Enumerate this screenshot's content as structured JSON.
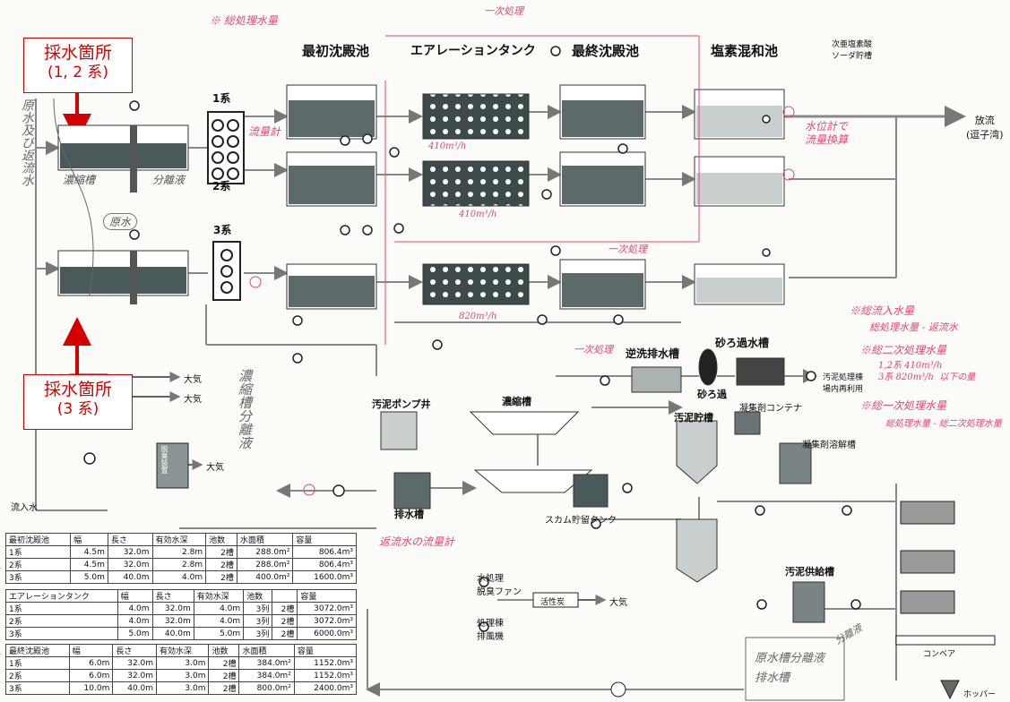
{
  "titles": {
    "primary_clarifier": "最初沈殿池",
    "aeration_tank": "エアレーションタンク",
    "final_clarifier": "最終沈殿池",
    "chlorine_contact": "塩素混和池",
    "hypochlorite": "次亜塩素酸\nソーダ貯槽",
    "discharge": "放流\n(逗子湾)",
    "sand_filter_tank": "砂ろ過水槽",
    "backwash_tank": "逆洗排水槽",
    "sludge_pump_well": "汚泥ポンプ井",
    "thickener": "濃縮槽",
    "sludge_storage": "汚泥貯槽",
    "coagulant_container": "凝集剤コンテナ",
    "coagulant_dissolve": "凝集剤溶解槽",
    "sludge_feed": "汚泥供給槽",
    "drain_tank": "排水槽",
    "scum_tank": "スカム貯留タンク",
    "sand_filter": "砂ろ過",
    "activated_carbon": "活性炭",
    "water_treatment_fan": "水処理\n脱臭ファン",
    "treatment_bldg_exhaust": "処理棟\n排風機",
    "deodorizer": "脱臭装置",
    "inflow": "流入水",
    "hopper": "ホッパー",
    "conveyor": "コンベア",
    "sludge_reuse": "汚泥処理棟\n場内再利用",
    "to_atmosphere": "大気"
  },
  "callouts": {
    "sampling_1_2": {
      "line1": "採水箇所",
      "line2": "(1, 2 系)"
    },
    "sampling_3": {
      "line1": "採水箇所",
      "line2": "(3 系)"
    }
  },
  "series_labels": [
    "1系",
    "2系",
    "3系"
  ],
  "handwritten": {
    "total_treated": "※ 総処理水量",
    "primary_top": "一次処理",
    "flow_meter": "流量計",
    "level_meter": "水位計で\n流量換算",
    "secondary_1": "一次処理",
    "secondary_2": "一次処理",
    "rate_1": "410m³/h",
    "rate_2": "410m³/h",
    "rate_3": "820m³/h",
    "thickened": "濃縮槽",
    "separate": "分離液",
    "raw": "原水",
    "return_meter": "返流水の流量計",
    "note_total_inflow": "※総流入水量",
    "note_total_inflow_calc": "総処理水量 - 返流水",
    "note_secondary": "※総二次処理水量",
    "note_rates": "1,2系 410m³/h\n3系 820m³/h  以下の量",
    "note_primary": "※総一次処理水量",
    "note_primary_calc": "総処理水量 - 総二次処理水量",
    "raw_water_vertical": "原水及び返流水",
    "thickener_vertical": "濃縮槽分離液",
    "bottom_box": "原水槽分離液\n排水槽",
    "bottom_right": "分離液"
  },
  "tables": {
    "primary": {
      "header": [
        "最初沈殿池",
        "幅",
        "長さ",
        "有効水深",
        "池数",
        "水面積",
        "容量"
      ],
      "rows": [
        [
          "1系",
          "4.5m",
          "32.0m",
          "2.8m",
          "2槽",
          "288.0m²",
          "806.4m³"
        ],
        [
          "2系",
          "4.5m",
          "32.0m",
          "2.8m",
          "2槽",
          "288.0m²",
          "806.4m³"
        ],
        [
          "3系",
          "5.0m",
          "40.0m",
          "4.0m",
          "2槽",
          "400.0m²",
          "1600.0m³"
        ]
      ]
    },
    "aeration": {
      "header": [
        "エアレーションタンク",
        "幅",
        "長さ",
        "有効水深",
        "池数",
        "",
        "容量"
      ],
      "rows": [
        [
          "1系",
          "4.0m",
          "32.0m",
          "4.0m",
          "3列",
          "2槽",
          "3072.0m³"
        ],
        [
          "2系",
          "4.0m",
          "32.0m",
          "4.0m",
          "3列",
          "2槽",
          "3072.0m³"
        ],
        [
          "3系",
          "5.0m",
          "40.0m",
          "5.0m",
          "3列",
          "2槽",
          "6000.0m³"
        ]
      ]
    },
    "final": {
      "header": [
        "最終沈殿池",
        "幅",
        "長さ",
        "有効水深",
        "池数",
        "水面積",
        "容量"
      ],
      "rows": [
        [
          "1系",
          "6.0m",
          "32.0m",
          "3.0m",
          "2槽",
          "384.0m²",
          "1152.0m³"
        ],
        [
          "2系",
          "6.0m",
          "32.0m",
          "3.0m",
          "2槽",
          "384.0m²",
          "1152.0m³"
        ],
        [
          "3系",
          "10.0m",
          "40.0m",
          "3.0m",
          "2槽",
          "800.0m²",
          "2400.0m³"
        ]
      ]
    }
  },
  "colors": {
    "callout": "#d40000",
    "handwriting": "#e0457a",
    "pipe": "#888888",
    "tank": "#556"
  }
}
